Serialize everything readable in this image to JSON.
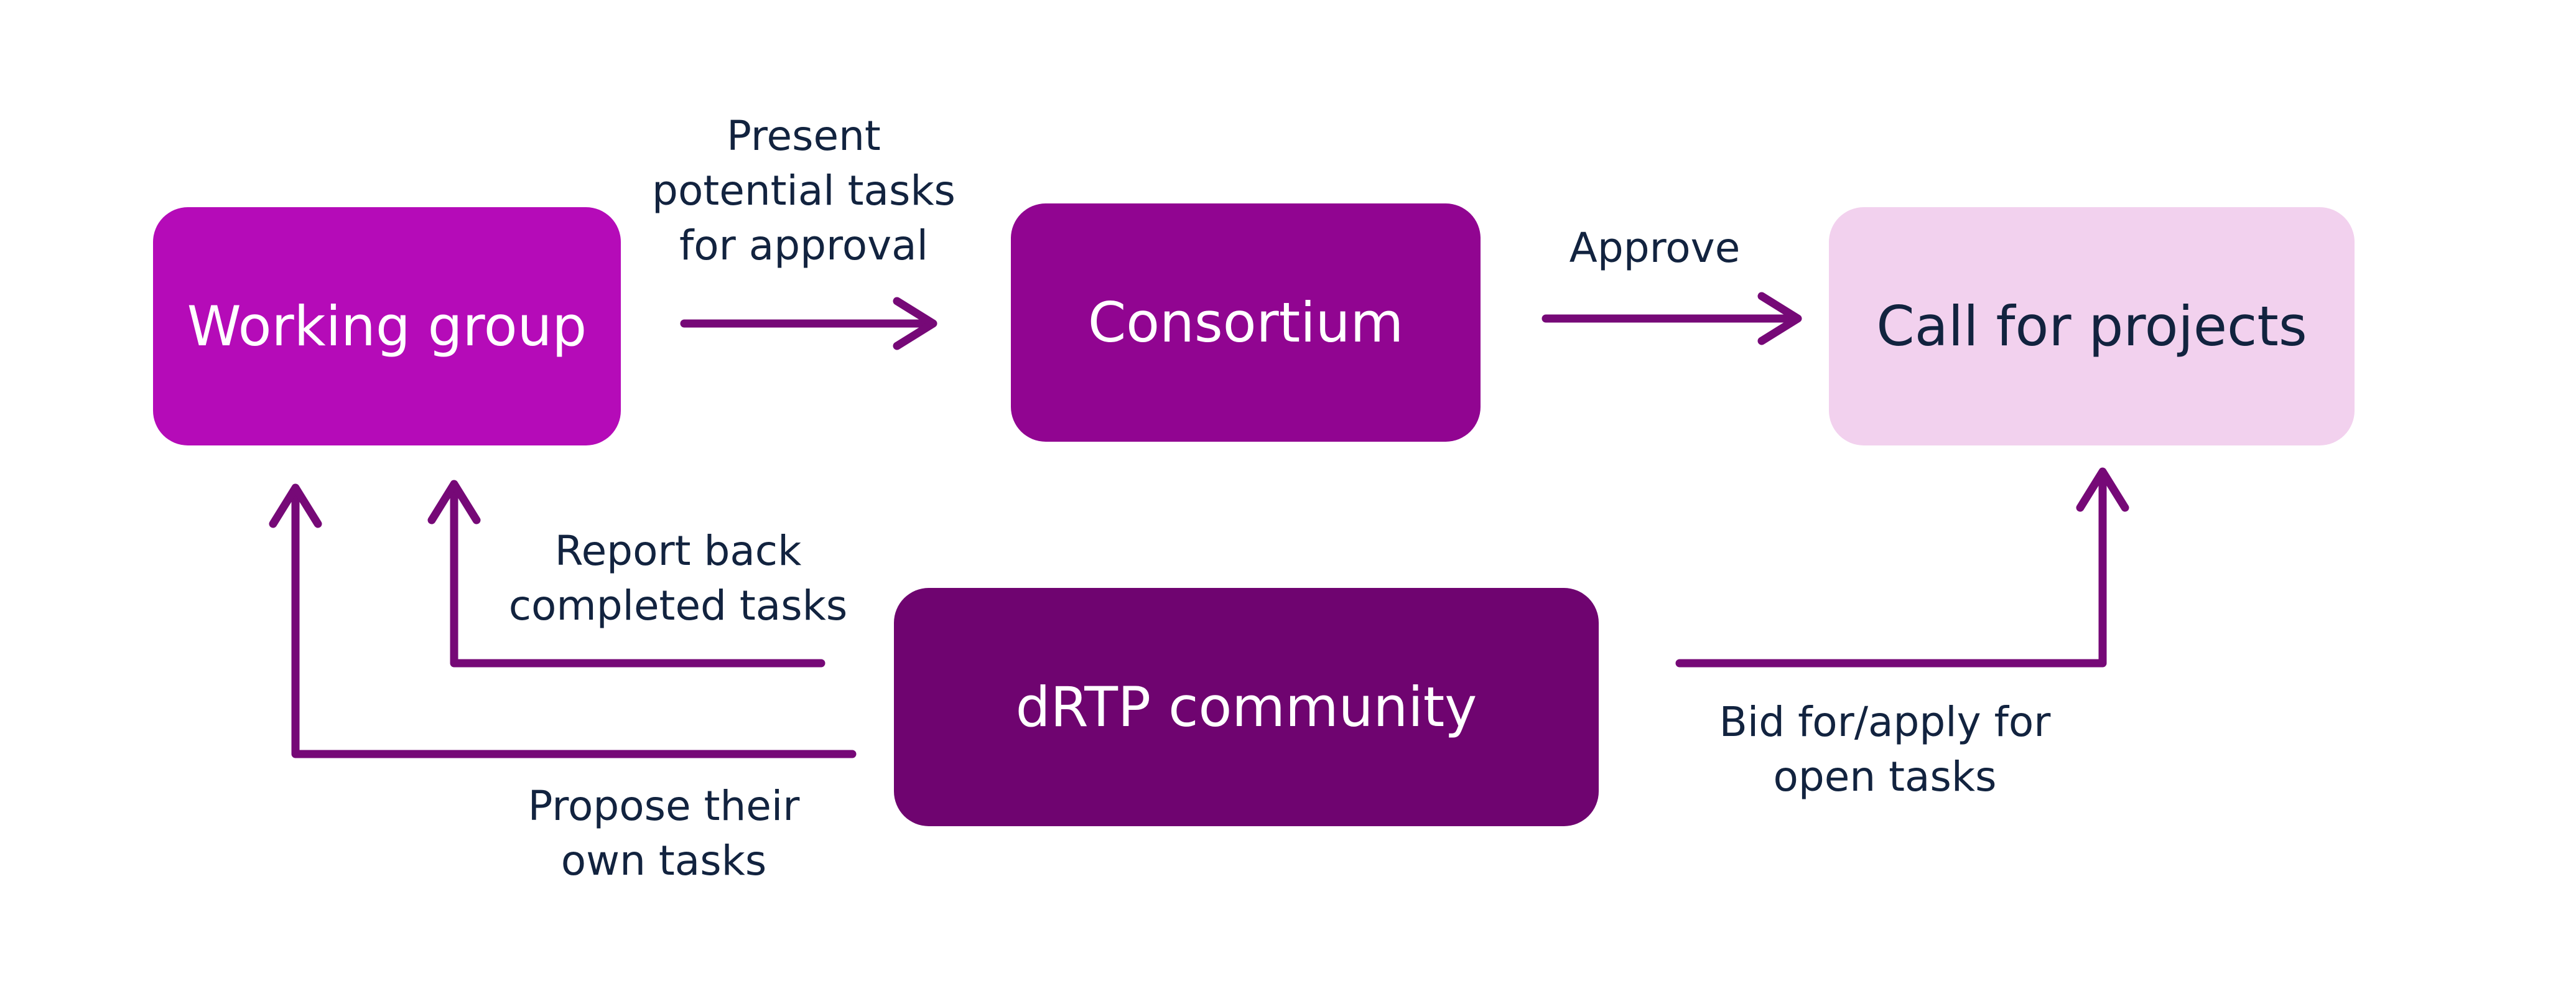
{
  "colors": {
    "working_group": "#b50bb8",
    "consortium": "#910591",
    "call_for_projects": "#f2d1ee",
    "drtp_community": "#6f0470",
    "arrow": "#760977",
    "text_dark": "#12233f",
    "text_light": "#ffffff"
  },
  "nodes": {
    "working_group": "Working group",
    "consortium": "Consortium",
    "call_for_projects": "Call for projects",
    "drtp_community": "dRTP community"
  },
  "edges": {
    "present": "Present\npotential tasks\nfor approval",
    "approve": "Approve",
    "report_back": "Report back\ncompleted tasks",
    "propose": "Propose their\nown tasks",
    "bid": "Bid for/apply for\nopen tasks"
  }
}
